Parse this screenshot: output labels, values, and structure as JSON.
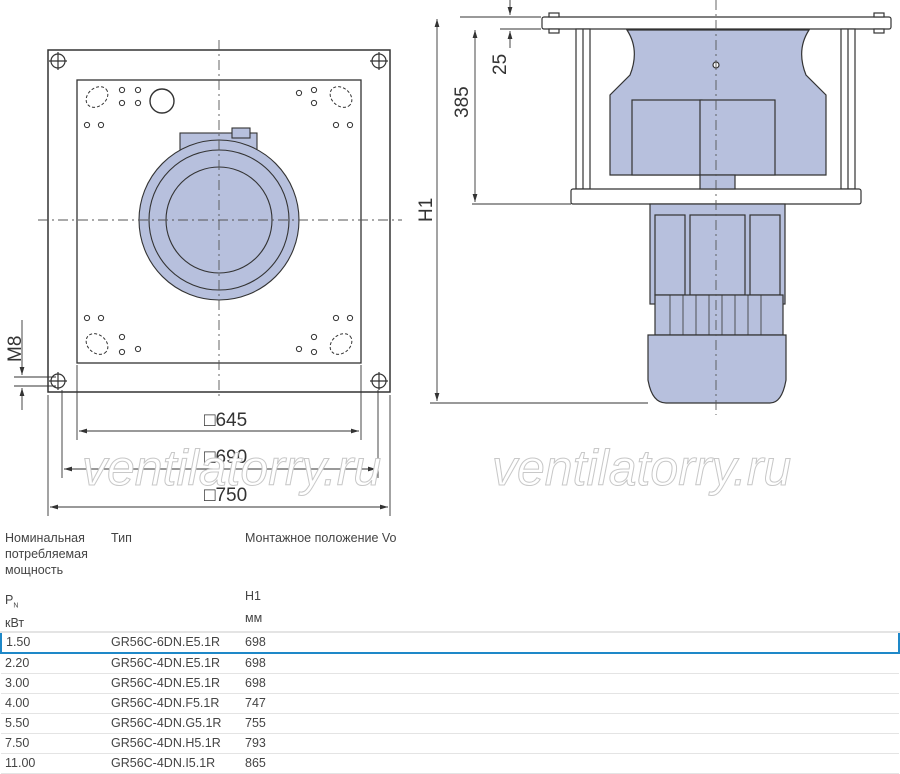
{
  "drawing": {
    "dimensions": {
      "square_645": "□645",
      "square_690": "□690",
      "square_750": "□750",
      "thread_m8": "M8",
      "height_385": "385",
      "height_25": "25",
      "height_h1": "H1"
    },
    "watermark_left": "ventilatorry.ru",
    "watermark_right": "ventilatorry.ru",
    "colors": {
      "motor_fill": "#b7c0dd",
      "line": "#333333",
      "highlight": "#1e88c8"
    }
  },
  "table": {
    "headers": {
      "power_lines": [
        "Номинальная",
        "потребляемая",
        "мощность"
      ],
      "power_symbol": "P",
      "power_subscript": "N",
      "power_unit": "кВт",
      "type": "Тип",
      "mount": "Монтажное положение Vo",
      "height_symbol": "H1",
      "height_unit": "мм"
    },
    "rows": [
      {
        "power": "1.50",
        "type": "GR56C-6DN.E5.1R",
        "h1": "698"
      },
      {
        "power": "2.20",
        "type": "GR56C-4DN.E5.1R",
        "h1": "698"
      },
      {
        "power": "3.00",
        "type": "GR56C-4DN.E5.1R",
        "h1": "698"
      },
      {
        "power": "4.00",
        "type": "GR56C-4DN.F5.1R",
        "h1": "747"
      },
      {
        "power": "5.50",
        "type": "GR56C-4DN.G5.1R",
        "h1": "755"
      },
      {
        "power": "7.50",
        "type": "GR56C-4DN.H5.1R",
        "h1": "793"
      },
      {
        "power": "11.00",
        "type": "GR56C-4DN.I5.1R",
        "h1": "865"
      }
    ],
    "selected_row": 0
  }
}
